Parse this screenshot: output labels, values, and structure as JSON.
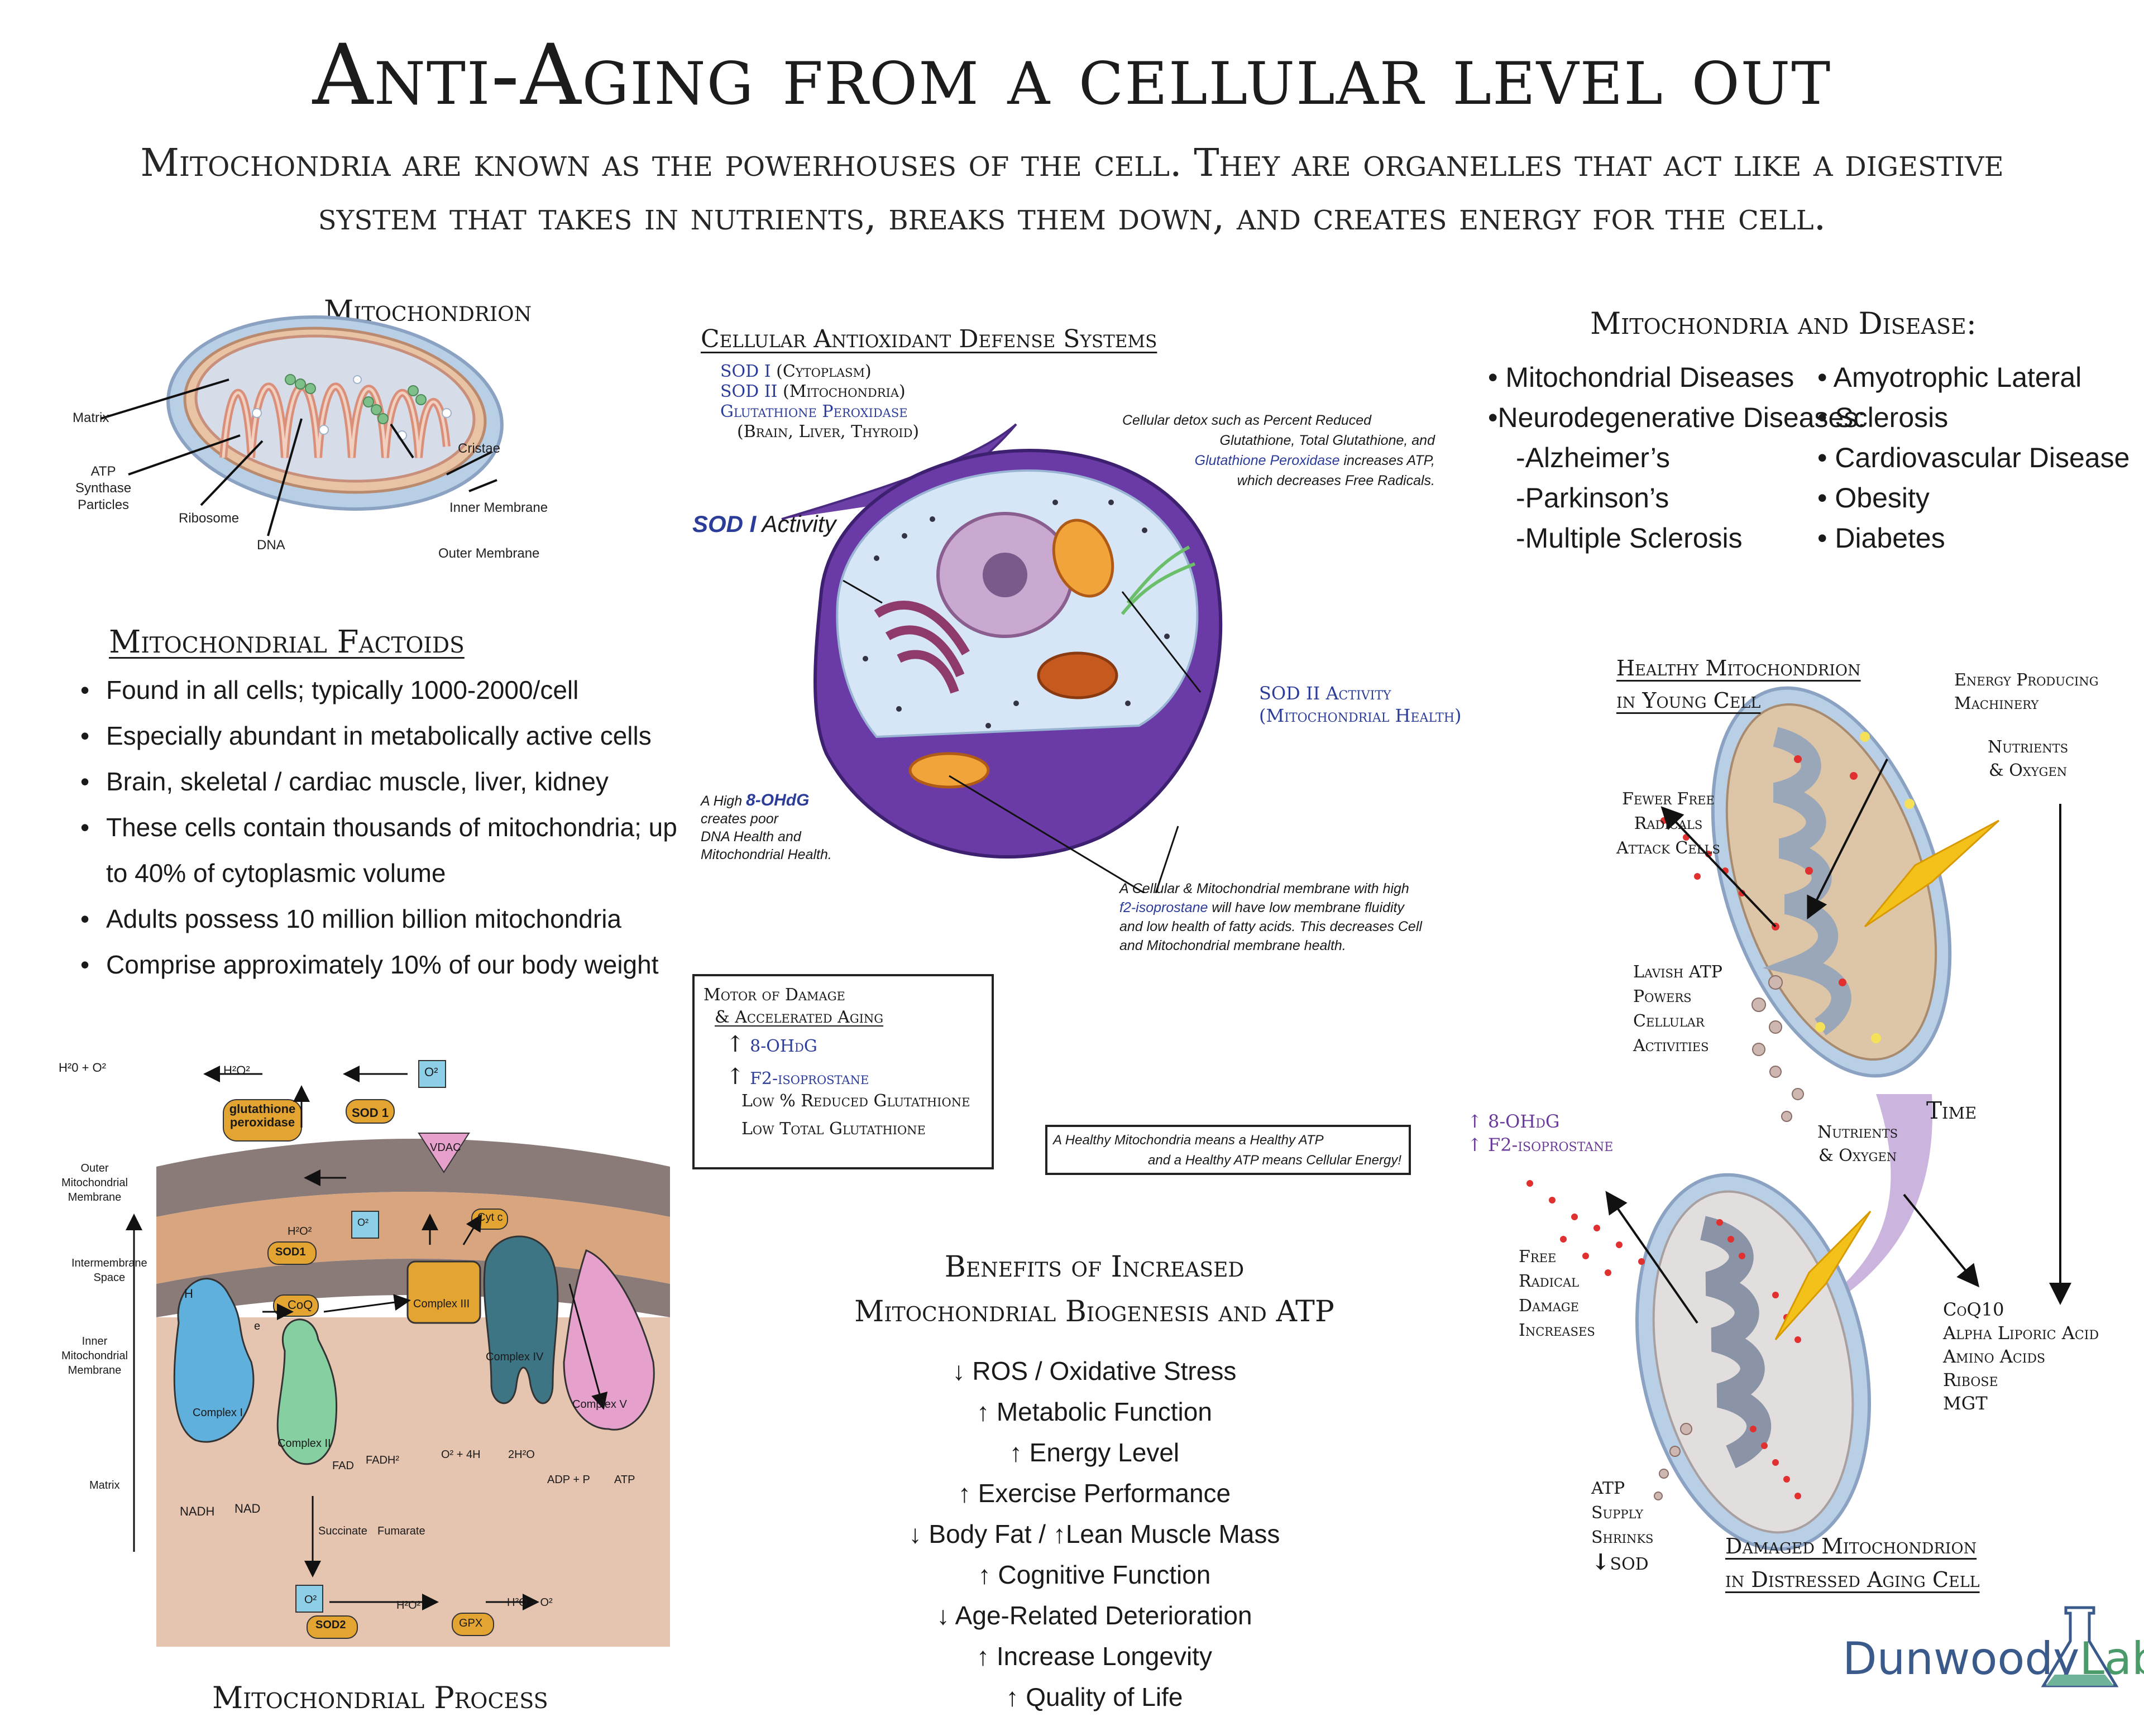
{
  "title": "Anti-Aging from a cellular level out",
  "subtitle": "Mitochondria are known as the powerhouses of the cell. They are organelles that act like a digestive system that takes in nutrients, breaks them down, and creates energy for the cell.",
  "mitochondrion": {
    "title": "Mitochondrion",
    "labels": {
      "matrix": "Matrix",
      "atp1": "ATP",
      "atp2": "Synthase",
      "atp3": "Particles",
      "ribosome": "Ribosome",
      "dna": "DNA",
      "cristae": "Cristae",
      "inner": "Inner Membrane",
      "outer": "Outer Membrane"
    }
  },
  "factoids": {
    "title": "Mitochondrial Factoids",
    "items": [
      "Found in all cells; typically 1000-2000/cell",
      "Especially abundant in metabolically active cells",
      "Brain, skeletal / cardiac muscle, liver, kidney",
      "These cells contain thousands of mitochondria; up to 40% of cytoplasmic volume",
      "Adults possess 10 million billion mitochondria",
      "Comprise approximately 10% of our body weight"
    ]
  },
  "antioxidant": {
    "title": "Cellular Antioxidant Defense Systems",
    "sod1": "SOD I",
    "sod1_loc": "(Cytoplasm)",
    "sod2": "SOD II",
    "sod2_loc": "(Mitochondria)",
    "gpx": "Glutathione Peroxidase",
    "gpx_loc": "(Brain, Liver, Thyroid)",
    "sod1_activity_a": "SOD I",
    "sod1_activity_b": "Activity",
    "detox_a": "Cellular detox such as Percent Reduced",
    "detox_b": "Glutathione, Total Glutathione, and",
    "detox_c": "Glutathione Peroxidase",
    "detox_d": "increases ATP,",
    "detox_e": "which decreases Free Radicals.",
    "sod2_activity_a": "SOD II Activity",
    "sod2_activity_b": "(Mitochondrial Health)",
    "ohdg_a": "A High",
    "ohdg_b": "8-OHdG",
    "ohdg_c": "creates poor",
    "ohdg_d": "DNA Health and",
    "ohdg_e": "Mitochondrial Health.",
    "membrane_a": "A Cellular & Mitochondrial membrane with high",
    "membrane_b": "f2-isoprostane",
    "membrane_c": "will have low membrane fluidity",
    "membrane_d": "and low health of fatty acids. This decreases Cell",
    "membrane_e": "and Mitochondrial membrane health."
  },
  "motor": {
    "title1": "Motor of Damage",
    "title2": "& Accelerated Aging",
    "arrow": "↑",
    "item1": "8-OHdG",
    "item2": "F2-isoprostane",
    "item3": "Low % Reduced Glutathione",
    "item4": "Low Total Glutathione"
  },
  "healthy_note": {
    "line1": "A Healthy Mitochondria means a Healthy ATP",
    "line2": "and a Healthy ATP means Cellular Energy!"
  },
  "disease": {
    "title": "Mitochondria and Disease:",
    "left": [
      "• Mitochondrial Diseases",
      "•Neurodegenerative Diseases:",
      "-Alzheimer’s",
      "-Parkinson’s",
      "-Multiple Sclerosis"
    ],
    "right": [
      "• Amyotrophic Lateral",
      "• Sclerosis",
      "• Cardiovascular Disease",
      "• Obesity",
      "• Diabetes"
    ]
  },
  "young": {
    "title1": "Healthy Mitochondrion",
    "title2": "in Young Cell",
    "energy1": "Energy Producing",
    "energy2": "Machinery",
    "nutrients1": "Nutrients",
    "nutrients2": "& Oxygen",
    "fewer1": "Fewer Free",
    "fewer2": "Radicals",
    "fewer3": "Attack Cells",
    "lavish1": "Lavish ATP",
    "lavish2": "Powers",
    "lavish3": "Cellular",
    "lavish4": "Activities",
    "time": "Time"
  },
  "damaged": {
    "ohdg": "↑ 8-OHdG",
    "f2": "↑ F2-isoprostane",
    "nutrients1": "Nutrients",
    "nutrients2": "& Oxygen",
    "free1": "Free",
    "free2": "Radical",
    "free3": "Damage",
    "free4": "Increases",
    "atp1": "ATP",
    "atp2": "Supply",
    "atp3": "Shrinks",
    "atp4": "SOD",
    "down": "↓",
    "title1": "Damaged Mitochondrion",
    "title2": "in Distressed Aging Cell",
    "supplements": [
      "CoQ10",
      "Alpha Liporic Acid",
      "Amino Acids",
      "Ribose",
      "MGT"
    ]
  },
  "benefits": {
    "title1": "Benefits of Increased",
    "title2": "Mitochondrial Biogenesis and ATP",
    "items": [
      "↓ ROS / Oxidative Stress",
      "↑ Metabolic Function",
      "↑ Energy Level",
      "↑ Exercise Performance",
      "↓ Body Fat / ↑Lean Muscle Mass",
      "↑ Cognitive Function",
      "↓ Age-Related Deterioration",
      "↑ Increase Longevity",
      "↑ Quality of Life"
    ]
  },
  "process": {
    "title": "Mitochondrial Process",
    "outer": [
      "Outer",
      "Mitochondrial",
      "Membrane"
    ],
    "inter": [
      "Intermembrane",
      "Space"
    ],
    "inner": [
      "Inner",
      "Mitochondrial",
      "Membrane"
    ],
    "matrix": "Matrix",
    "h2o_o2_top": "H²0 + O²",
    "h2o2_top": "H²O²",
    "o2_top": "O²",
    "gpx_label1": "glutathione",
    "gpx_label2": "peroxidase",
    "sod1": "SOD 1",
    "vdac": "VDAC",
    "h2o2_mid": "H²O²",
    "o2_mid": "O²",
    "sod1_mid": "SOD1",
    "cytc": "Cyt c",
    "coq": "CoQ",
    "complex1": "Complex I",
    "complex2": "Complex II",
    "complex3": "Complex III",
    "complex4": "Complex IV",
    "complex5": "Complex V",
    "fad": "FAD",
    "fadh2": "FADH²",
    "nadh": "NADH",
    "nad": "NAD",
    "succinate": "Succinate",
    "fumarate": "Fumarate",
    "o2_4h": "O² + 4H",
    "h2o": "2H²O",
    "adp": "ADP + P",
    "atp": "ATP",
    "h": "H",
    "e": "e",
    "o2_bottom": "O²",
    "sod2": "SOD2",
    "h2o2_bottom": "H²O²",
    "gpx": "GPX",
    "h2o_o2_bottom": "H²O + O²"
  },
  "logo": {
    "text1": "Dunwoody",
    "text2": "Labs"
  },
  "colors": {
    "complex1": "#5fb0dc",
    "complex2": "#86cfa0",
    "complex3": "#e3a431",
    "complex4": "#3d7585",
    "complex5": "#e6a0cc",
    "cell": "#5a3a9c",
    "accent_blue": "#2b3c99"
  }
}
